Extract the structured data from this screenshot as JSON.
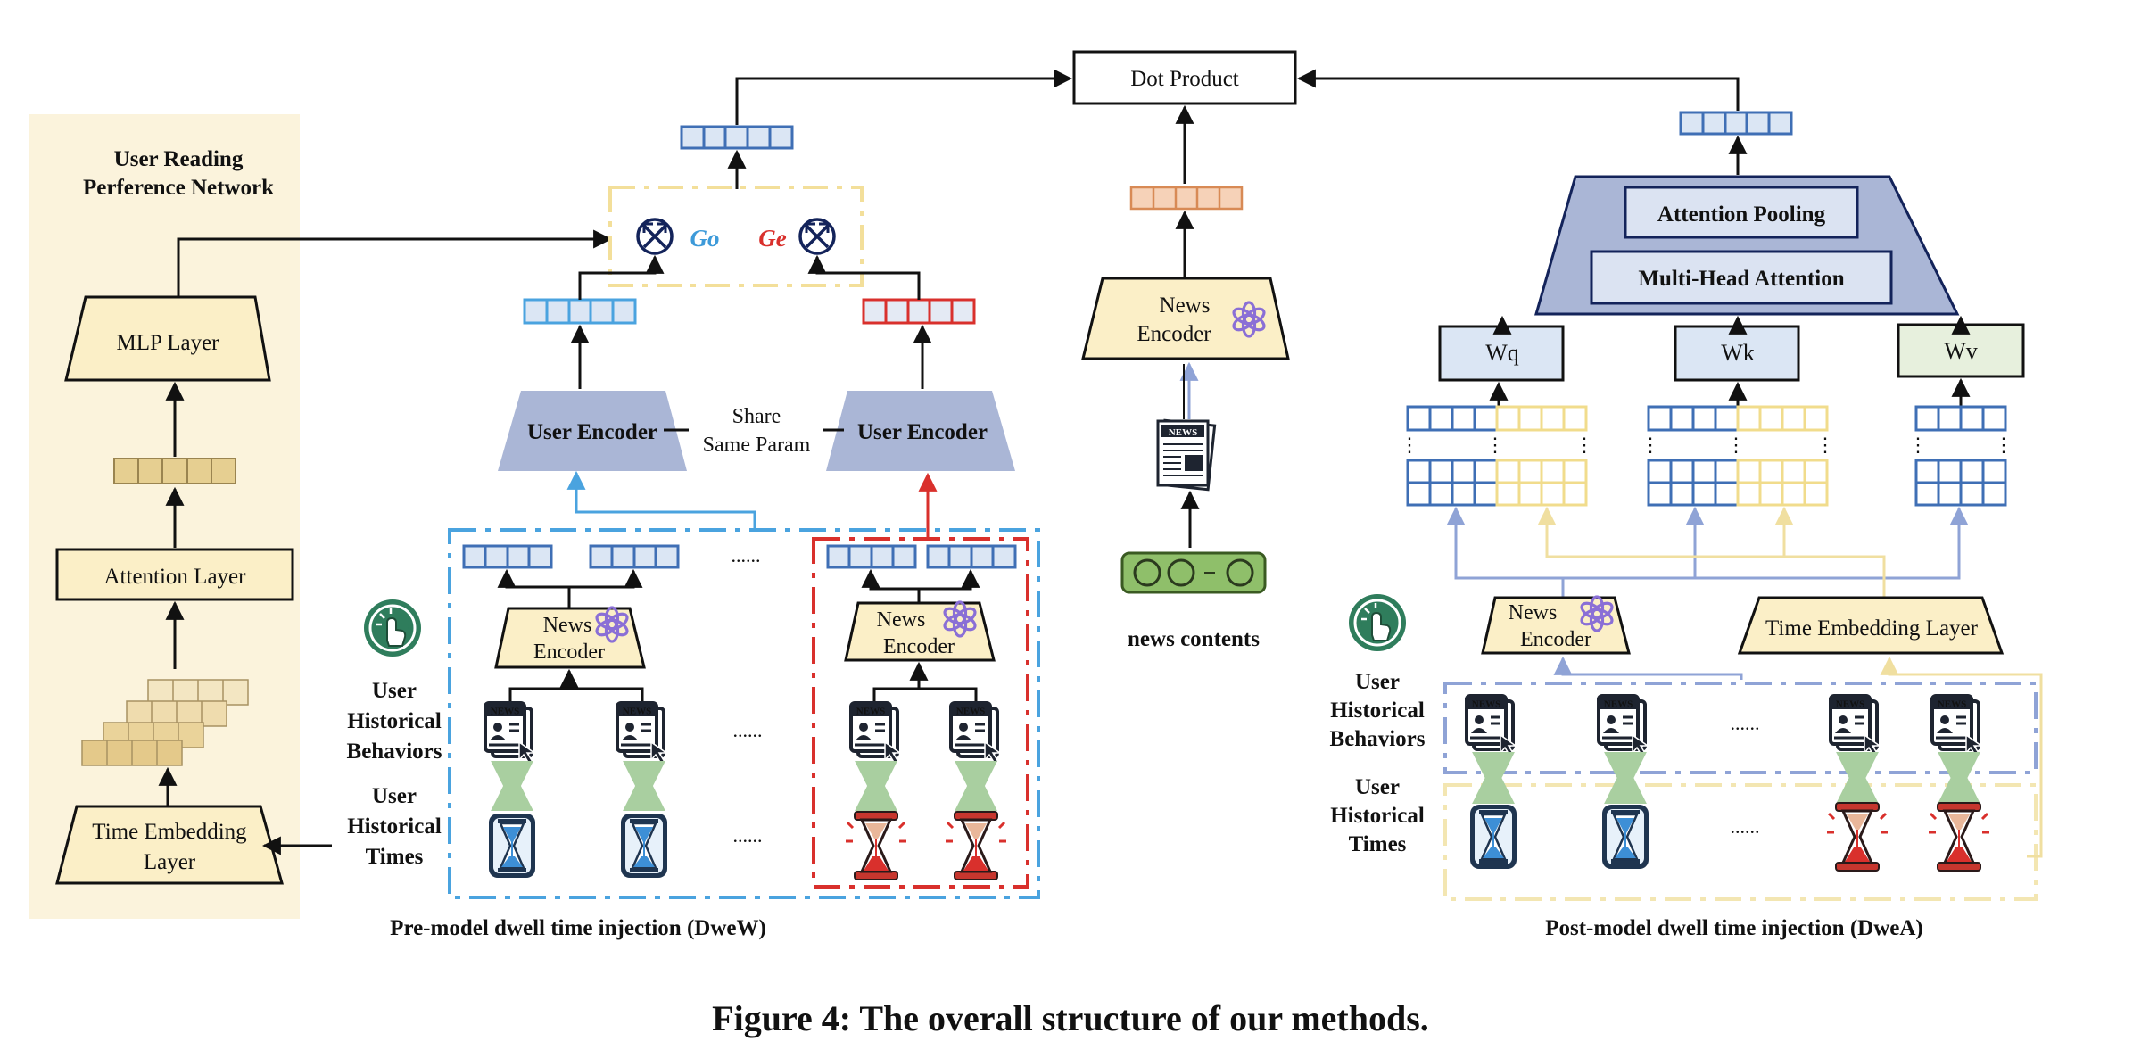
{
  "left_panel": {
    "title_line1": "User Reading",
    "title_line2": "Perference Network",
    "mlp_layer": "MLP Layer",
    "attention_layer": "Attention Layer",
    "time_embedding_line1": "Time Embedding",
    "time_embedding_line2": "Layer"
  },
  "top": {
    "dot_product": "Dot Product",
    "go_label": "Go",
    "ge_label": "Ge"
  },
  "dwew": {
    "user_encoder_left": "User Encoder",
    "user_encoder_right": "User Encoder",
    "share_line1": "Share",
    "share_line2": "Same Param",
    "news_encoder_line1": "News",
    "news_encoder_line2": "Encoder",
    "news_encoder_right_line1": "News",
    "news_encoder_right_line2": "Encoder",
    "ellipsis": "......",
    "side_label_behaviors": [
      "User",
      "Historical",
      "Behaviors"
    ],
    "side_label_times": [
      "User",
      "Historical",
      "Times"
    ],
    "caption": "Pre-model dwell time injection (DweW)"
  },
  "middle": {
    "news_encoder_line1": "News",
    "news_encoder_line2": "Encoder",
    "news_icon_text": "NEWS",
    "news_contents": "news contents"
  },
  "dwea": {
    "attention_pooling": "Attention Pooling",
    "multi_head_attention": "Multi-Head Attention",
    "wq": "Wq",
    "wk": "Wk",
    "wv": "Wv",
    "news_encoder_line1": "News",
    "news_encoder_line2": "Encoder",
    "time_embedding_layer": "Time Embedding Layer",
    "ellipsis": "......",
    "side_label_behaviors": [
      "User",
      "Historical",
      "Behaviors"
    ],
    "side_label_times": [
      "User",
      "Historical",
      "Times"
    ],
    "caption": "Post-model dwell time injection (DweA)"
  },
  "figure_caption": "Figure 4: The overall structure of our methods.",
  "colors": {
    "cream": "#fbf3dc",
    "trap_fill": "#fbefc7",
    "steel": "#aab6d6",
    "blue_vec": "#4a90d9",
    "red_vec": "#d9302c",
    "orange_vec": "#e8a87c",
    "yellow_vec": "#f1dc8c",
    "dark_blue": "#13235a",
    "green_box": "#e7f0dd"
  },
  "icons": [
    "openai-logo-icon",
    "news-article-icon",
    "hourglass-blue-icon",
    "hourglass-red-icon",
    "touch-badge-icon",
    "newspaper-icon",
    "token-sequence-icon"
  ]
}
